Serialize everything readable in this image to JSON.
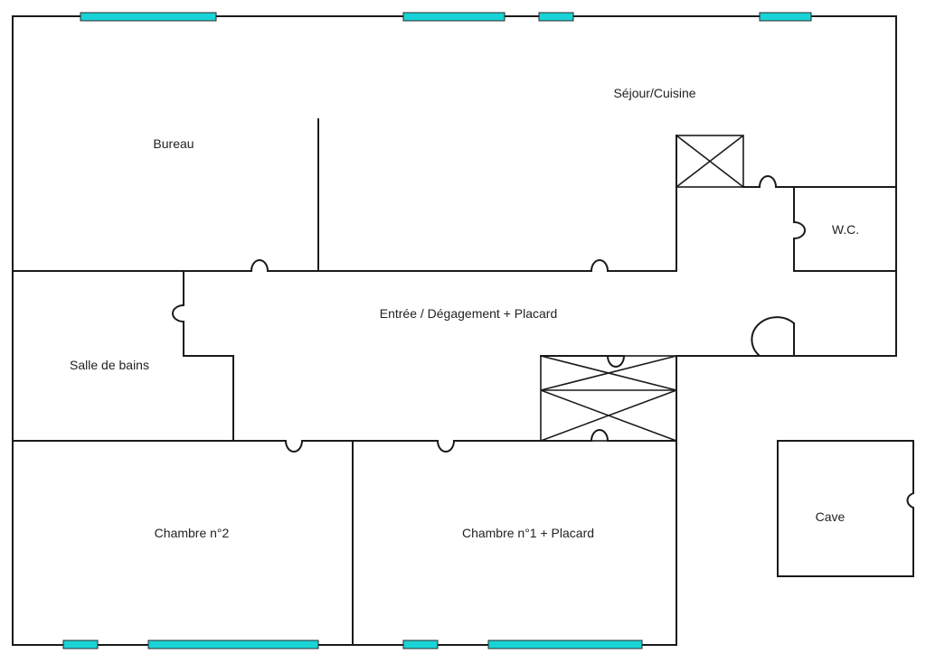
{
  "colors": {
    "wall": "#1a1a1a",
    "window": "#19d3d6",
    "window_outline": "#2a2a2a",
    "background": "#ffffff"
  },
  "rooms": {
    "sejour": "Séjour/Cuisine",
    "bureau": "Bureau",
    "wc": "W.C.",
    "entree": "Entrée / Dégagement + Placard",
    "salle_de_bains": "Salle de bains",
    "chambre2": "Chambre n°2",
    "chambre1": "Chambre n°1 + Placard",
    "cave": "Cave"
  }
}
